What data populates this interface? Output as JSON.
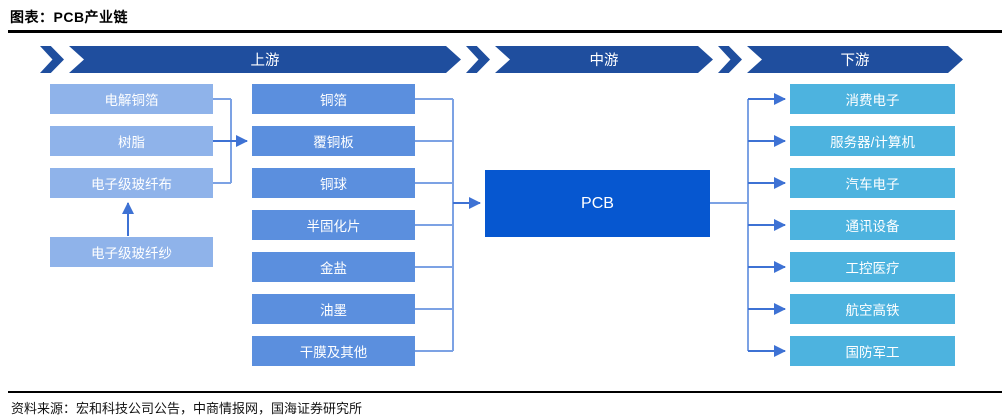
{
  "header": {
    "title": "图表：PCB产业链"
  },
  "stages": [
    {
      "label": "上游"
    },
    {
      "label": "中游"
    },
    {
      "label": "下游"
    }
  ],
  "diagram": {
    "raw_materials": {
      "items": [
        "电解铜箔",
        "树脂",
        "电子级玻纤布"
      ],
      "feeder": "电子级玻纤纱"
    },
    "materials": {
      "items": [
        "铜箔",
        "覆铜板",
        "铜球",
        "半固化片",
        "金盐",
        "油墨",
        "干膜及其他"
      ]
    },
    "midstream": {
      "label": "PCB"
    },
    "downstream": {
      "items": [
        "消费电子",
        "服务器/计算机",
        "汽车电子",
        "通讯设备",
        "工控医疗",
        "航空高铁",
        "国防军工"
      ]
    }
  },
  "footer": {
    "source": "资料来源：宏和科技公司公告，中商情报网，国海证券研究所"
  },
  "colors": {
    "banner": "#1F4E9E",
    "raw_box": "#8FB3EA",
    "material_box": "#5B8FDE",
    "pcb_box": "#0657D0",
    "downstream_box": "#4DB3DF",
    "connector_line": "#7CA2E4",
    "arrow_line": "#3E72D4"
  }
}
